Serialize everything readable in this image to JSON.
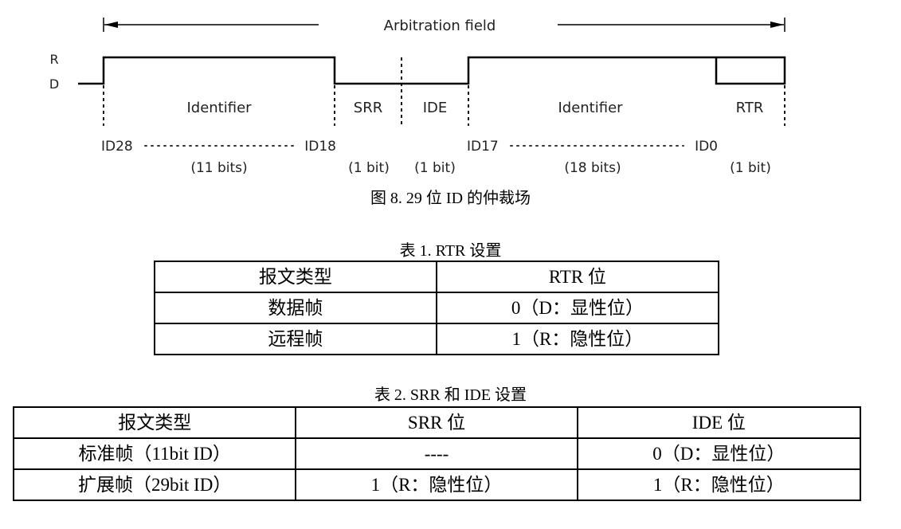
{
  "diagram": {
    "arbitration_label": "Arbitration field",
    "level_r": "R",
    "level_d": "D",
    "fields": [
      {
        "name": "Identifier",
        "bits": "(11 bits)"
      },
      {
        "name": "SRR",
        "bits": "(1 bit)"
      },
      {
        "name": "IDE",
        "bits": "(1 bit)"
      },
      {
        "name": "Identifier",
        "bits": "(18 bits)"
      },
      {
        "name": "RTR",
        "bits": "(1 bit)"
      }
    ],
    "ranges": [
      {
        "from": "ID28",
        "to": "ID18"
      },
      {
        "from": "ID17",
        "to": "ID0"
      }
    ]
  },
  "figure_caption": "图 8. 29 位 ID 的仲裁场",
  "table1": {
    "caption": "表 1. RTR 设置",
    "headers": [
      "报文类型",
      "RTR 位"
    ],
    "rows": [
      [
        "数据帧",
        "0（D：显性位）"
      ],
      [
        "远程帧",
        "1（R：隐性位）"
      ]
    ]
  },
  "table2": {
    "caption": "表 2. SRR 和 IDE 设置",
    "headers": [
      "报文类型",
      "SRR 位",
      "IDE 位"
    ],
    "rows": [
      [
        "标准帧（11bit ID）",
        "----",
        "0（D：显性位）"
      ],
      [
        "扩展帧（29bit ID）",
        "1（R：隐性位）",
        "1（R：隐性位）"
      ]
    ]
  }
}
